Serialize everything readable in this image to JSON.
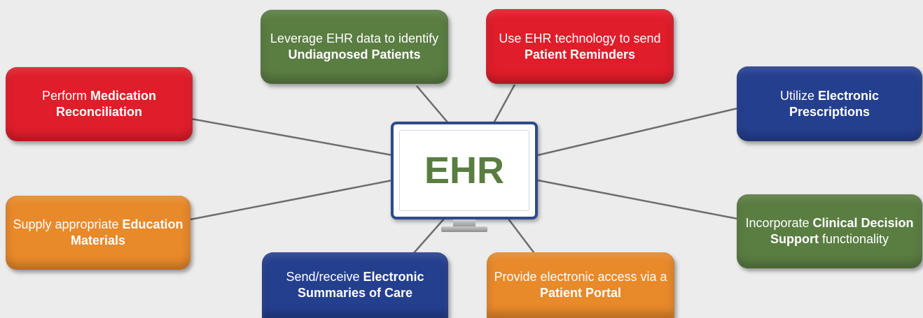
{
  "center": {
    "label": "EHR"
  },
  "colors": {
    "green": "#5a7d42",
    "red": "#e01d2a",
    "navy": "#253f8f",
    "orange": "#e8892a",
    "line": "#6e6e6e",
    "monitor_border": "#2d4a8c"
  },
  "nodes": [
    {
      "id": "undiagnosed",
      "color": "green",
      "text_before": "Leverage EHR data to identify ",
      "text_bold": "Undiagnosed Patients",
      "text_after": ""
    },
    {
      "id": "reminders",
      "color": "red",
      "text_before": "Use EHR technology to send ",
      "text_bold": "Patient Reminders",
      "text_after": ""
    },
    {
      "id": "medication",
      "color": "red",
      "text_before": "Perform ",
      "text_bold": "Medication Reconciliation",
      "text_after": ""
    },
    {
      "id": "prescriptions",
      "color": "navy",
      "text_before": "Utilize ",
      "text_bold": "Electronic Prescriptions",
      "text_after": ""
    },
    {
      "id": "education",
      "color": "orange",
      "text_before": "Supply appropriate ",
      "text_bold": "Education Materials",
      "text_after": ""
    },
    {
      "id": "decision-support",
      "color": "green",
      "text_before": "Incorporate ",
      "text_bold": "Clinical Decision Support",
      "text_after": " functionality"
    },
    {
      "id": "summaries",
      "color": "navy",
      "text_before": "Send/receive ",
      "text_bold": "Electronic Summaries of Care",
      "text_after": ""
    },
    {
      "id": "portal",
      "color": "orange",
      "text_before": "Provide electronic access via a ",
      "text_bold": "Patient Portal",
      "text_after": ""
    }
  ]
}
